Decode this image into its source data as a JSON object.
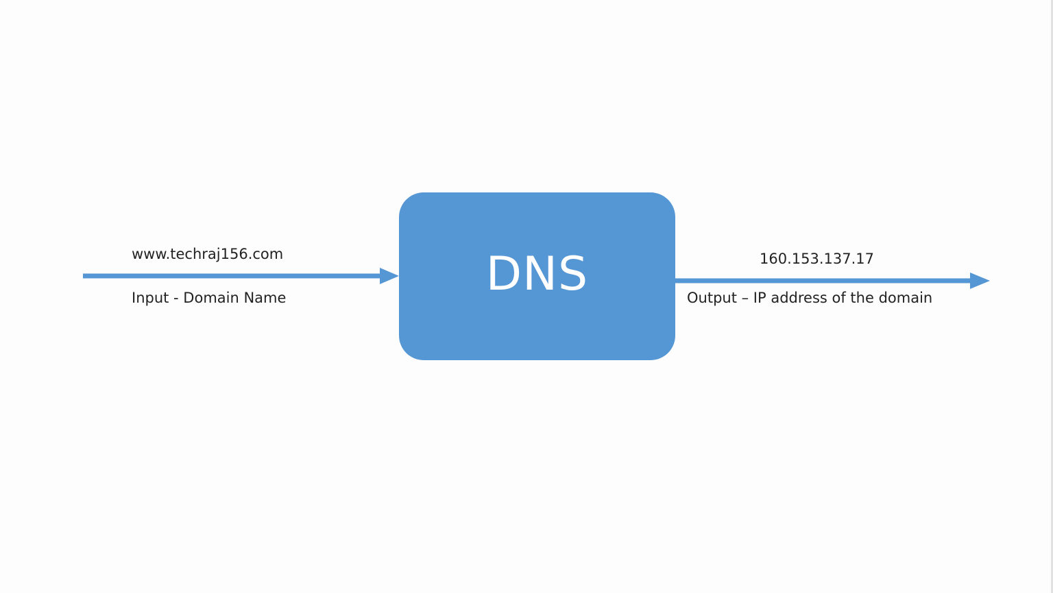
{
  "diagram": {
    "process_box": {
      "label": "DNS",
      "fill": "#5596d4",
      "text_color": "#ffffff"
    },
    "input": {
      "value": "www.techraj156.com",
      "caption": "Input -  Domain Name"
    },
    "output": {
      "value": "160.153.137.17",
      "caption": "Output – IP address of the domain"
    },
    "arrow_color": "#5596d4"
  }
}
